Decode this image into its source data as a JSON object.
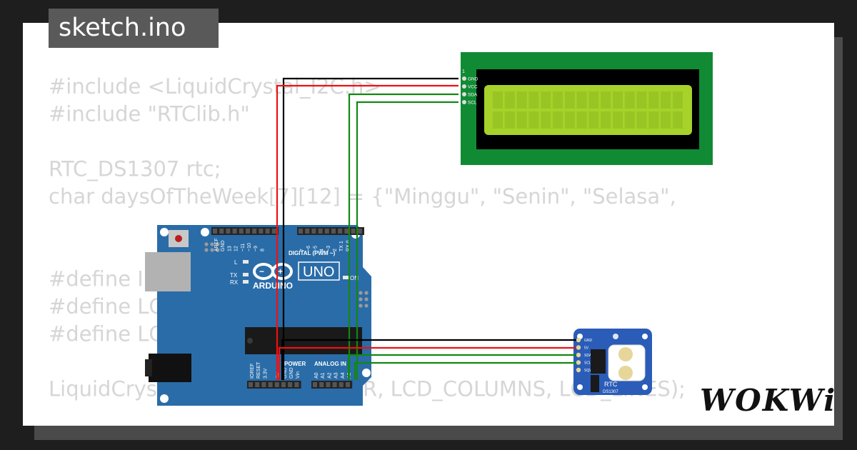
{
  "title_tab": {
    "label": "sketch.ino"
  },
  "code_lines": [
    "#include <LiquidCrystal_I2C.h>",
    "#include \"RTClib.h\"",
    "",
    "RTC_DS1307 rtc;",
    "char daysOfTheWeek[7][12] = {\"Minggu\", \"Senin\", \"Selasa\",",
    "",
    "",
    "#define I",
    "#define LC",
    "#define LC",
    "",
    "LiquidCrystal_I2C lcd(I2C_ADDR, LCD_COLUMNS, LCD_LINES);"
  ],
  "lcd": {
    "pin_number": "1",
    "pins": [
      "GND",
      "VCC",
      "SDA",
      "SCL"
    ]
  },
  "arduino": {
    "model": "UNO",
    "brand": "ARDUINO",
    "digital_label": "DIGITAL (PWM ~)",
    "top_pins": [
      "AREF",
      "GND",
      "13",
      "12",
      "~11",
      "~10",
      "~9",
      "8",
      "7",
      "~6",
      "~5",
      "4",
      "~3",
      "2",
      "TX 1",
      "RX 0"
    ],
    "led_labels": [
      "L",
      "TX",
      "RX"
    ],
    "on_label": "ON",
    "power_label": "POWER",
    "analog_label": "ANALOG IN",
    "bottom_pins": [
      "IOREF",
      "RESET",
      "3.3V",
      "5V",
      "GND",
      "GND",
      "Vin",
      "A0",
      "A1",
      "A2",
      "A3",
      "A4",
      "A5"
    ]
  },
  "rtc": {
    "pins": [
      "GND",
      "5V",
      "SDA",
      "SCL",
      "SQW"
    ],
    "label": "RTC",
    "chip": "DS1307"
  },
  "brand": {
    "logo_text": "WOKWi"
  },
  "colors": {
    "background": "#1e1e1e",
    "paper": "#ffffff",
    "lcd_pcb": "#118a34",
    "lcd_screen": "#a6d22a",
    "arduino_board": "#2a6ca8",
    "rtc_board": "#2a5cb8",
    "wire_black": "#000000",
    "wire_red": "#ee1111",
    "wire_green": "#118811"
  }
}
